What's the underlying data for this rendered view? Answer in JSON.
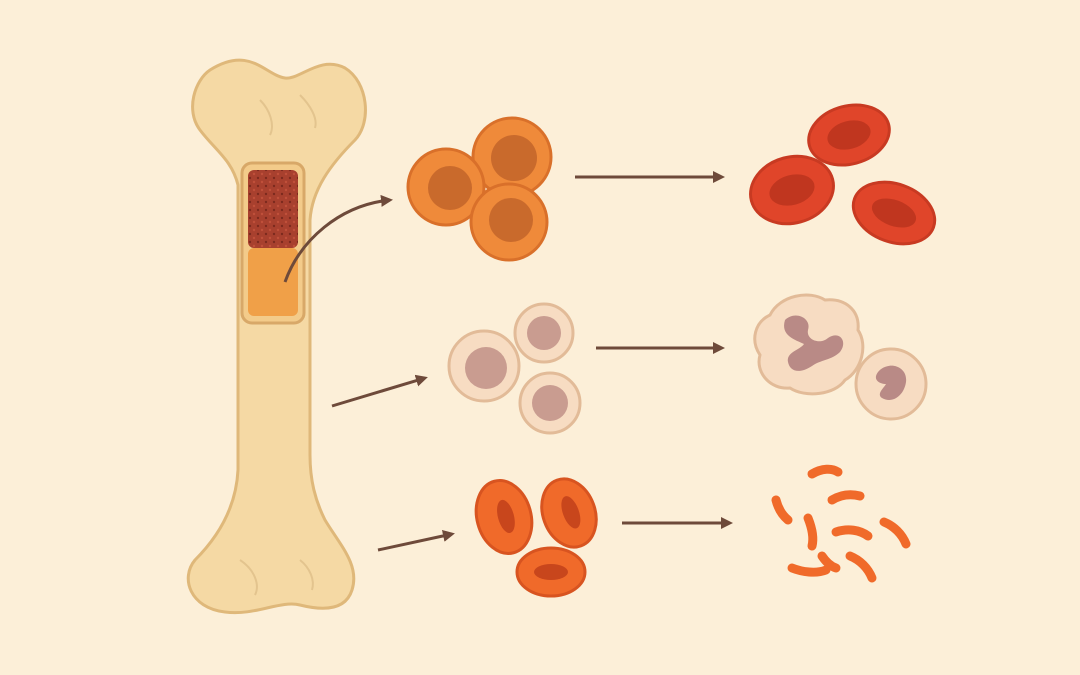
{
  "colors": {
    "background": "#fcefd8",
    "bone": "#f5d9a4",
    "bone_outline": "#dfb87a",
    "marrow_red": "#a8402e",
    "marrow_yellow": "#f0a048",
    "arrow": "#6e4a3a",
    "progenitor_orange": "#ef8a3a",
    "erythrocyte_red": "#e0452a",
    "leukocyte_cream": "#f7dcc2",
    "leukocyte_nucleus": "#b98a86",
    "platelet_orange": "#f06a2a"
  },
  "diagram": {
    "source": "bone-with-marrow",
    "rows": [
      {
        "id": "red-cell-line",
        "from": "orange-progenitor-cells",
        "to": "red-blood-cells"
      },
      {
        "id": "white-cell-line",
        "from": "pale-progenitor-cells",
        "to": "white-blood-cells"
      },
      {
        "id": "platelet-line",
        "from": "megakaryocyte-like-cells",
        "to": "platelets"
      }
    ]
  }
}
